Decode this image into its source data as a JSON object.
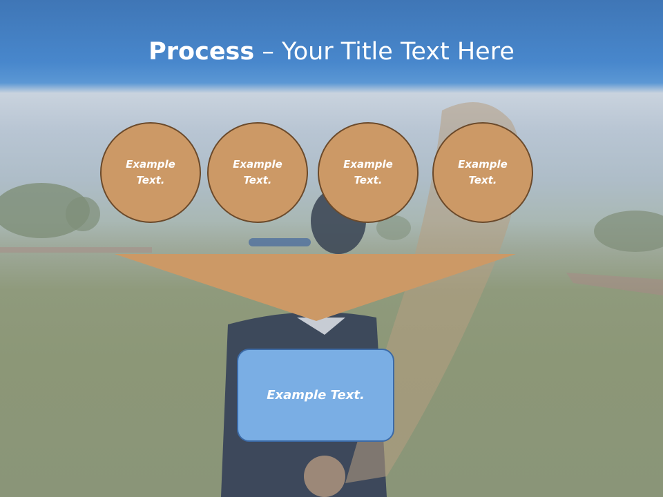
{
  "slide": {
    "title_strong": "Process",
    "title_rest": " – Your Title Text Here",
    "circles": [
      {
        "label": "Example\nText."
      },
      {
        "label": "Example\nText."
      },
      {
        "label": "Example\nText."
      },
      {
        "label": "Example\nText."
      }
    ],
    "result_label": "Example Text."
  },
  "colors": {
    "header_blue": "#4887cc",
    "circle_fill": "#cc9966",
    "circle_border": "#6b4a2b",
    "funnel_fill": "#cc9966",
    "box_fill": "#7aaee4",
    "box_border": "#3c6aa6"
  }
}
